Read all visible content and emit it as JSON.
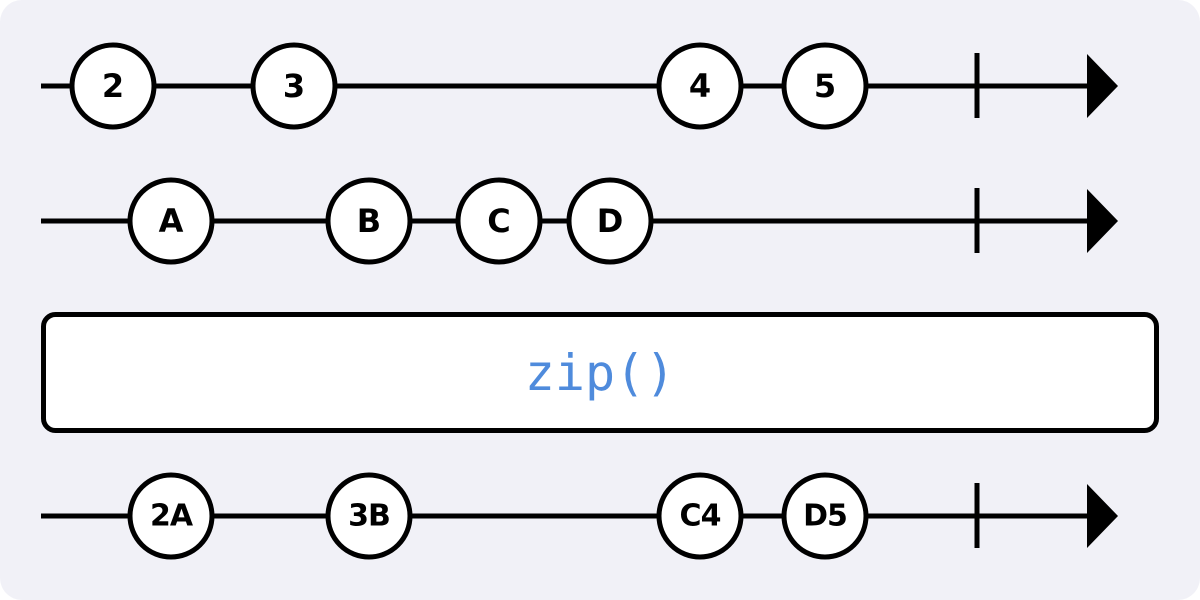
{
  "colors": {
    "background": "#f1f1f7",
    "line": "#000000",
    "marble_fill": "#ffffff",
    "operator_text": "#4f8bdc"
  },
  "streams": [
    {
      "name": "input-stream-numbers",
      "values": [
        "2",
        "3",
        "4",
        "5"
      ],
      "completed": true
    },
    {
      "name": "input-stream-letters",
      "values": [
        "A",
        "B",
        "C",
        "D"
      ],
      "completed": true
    },
    {
      "name": "output-stream-zipped",
      "values": [
        "2A",
        "3B",
        "C4",
        "D5"
      ],
      "completed": true
    }
  ],
  "operator": {
    "label": "zip()"
  }
}
